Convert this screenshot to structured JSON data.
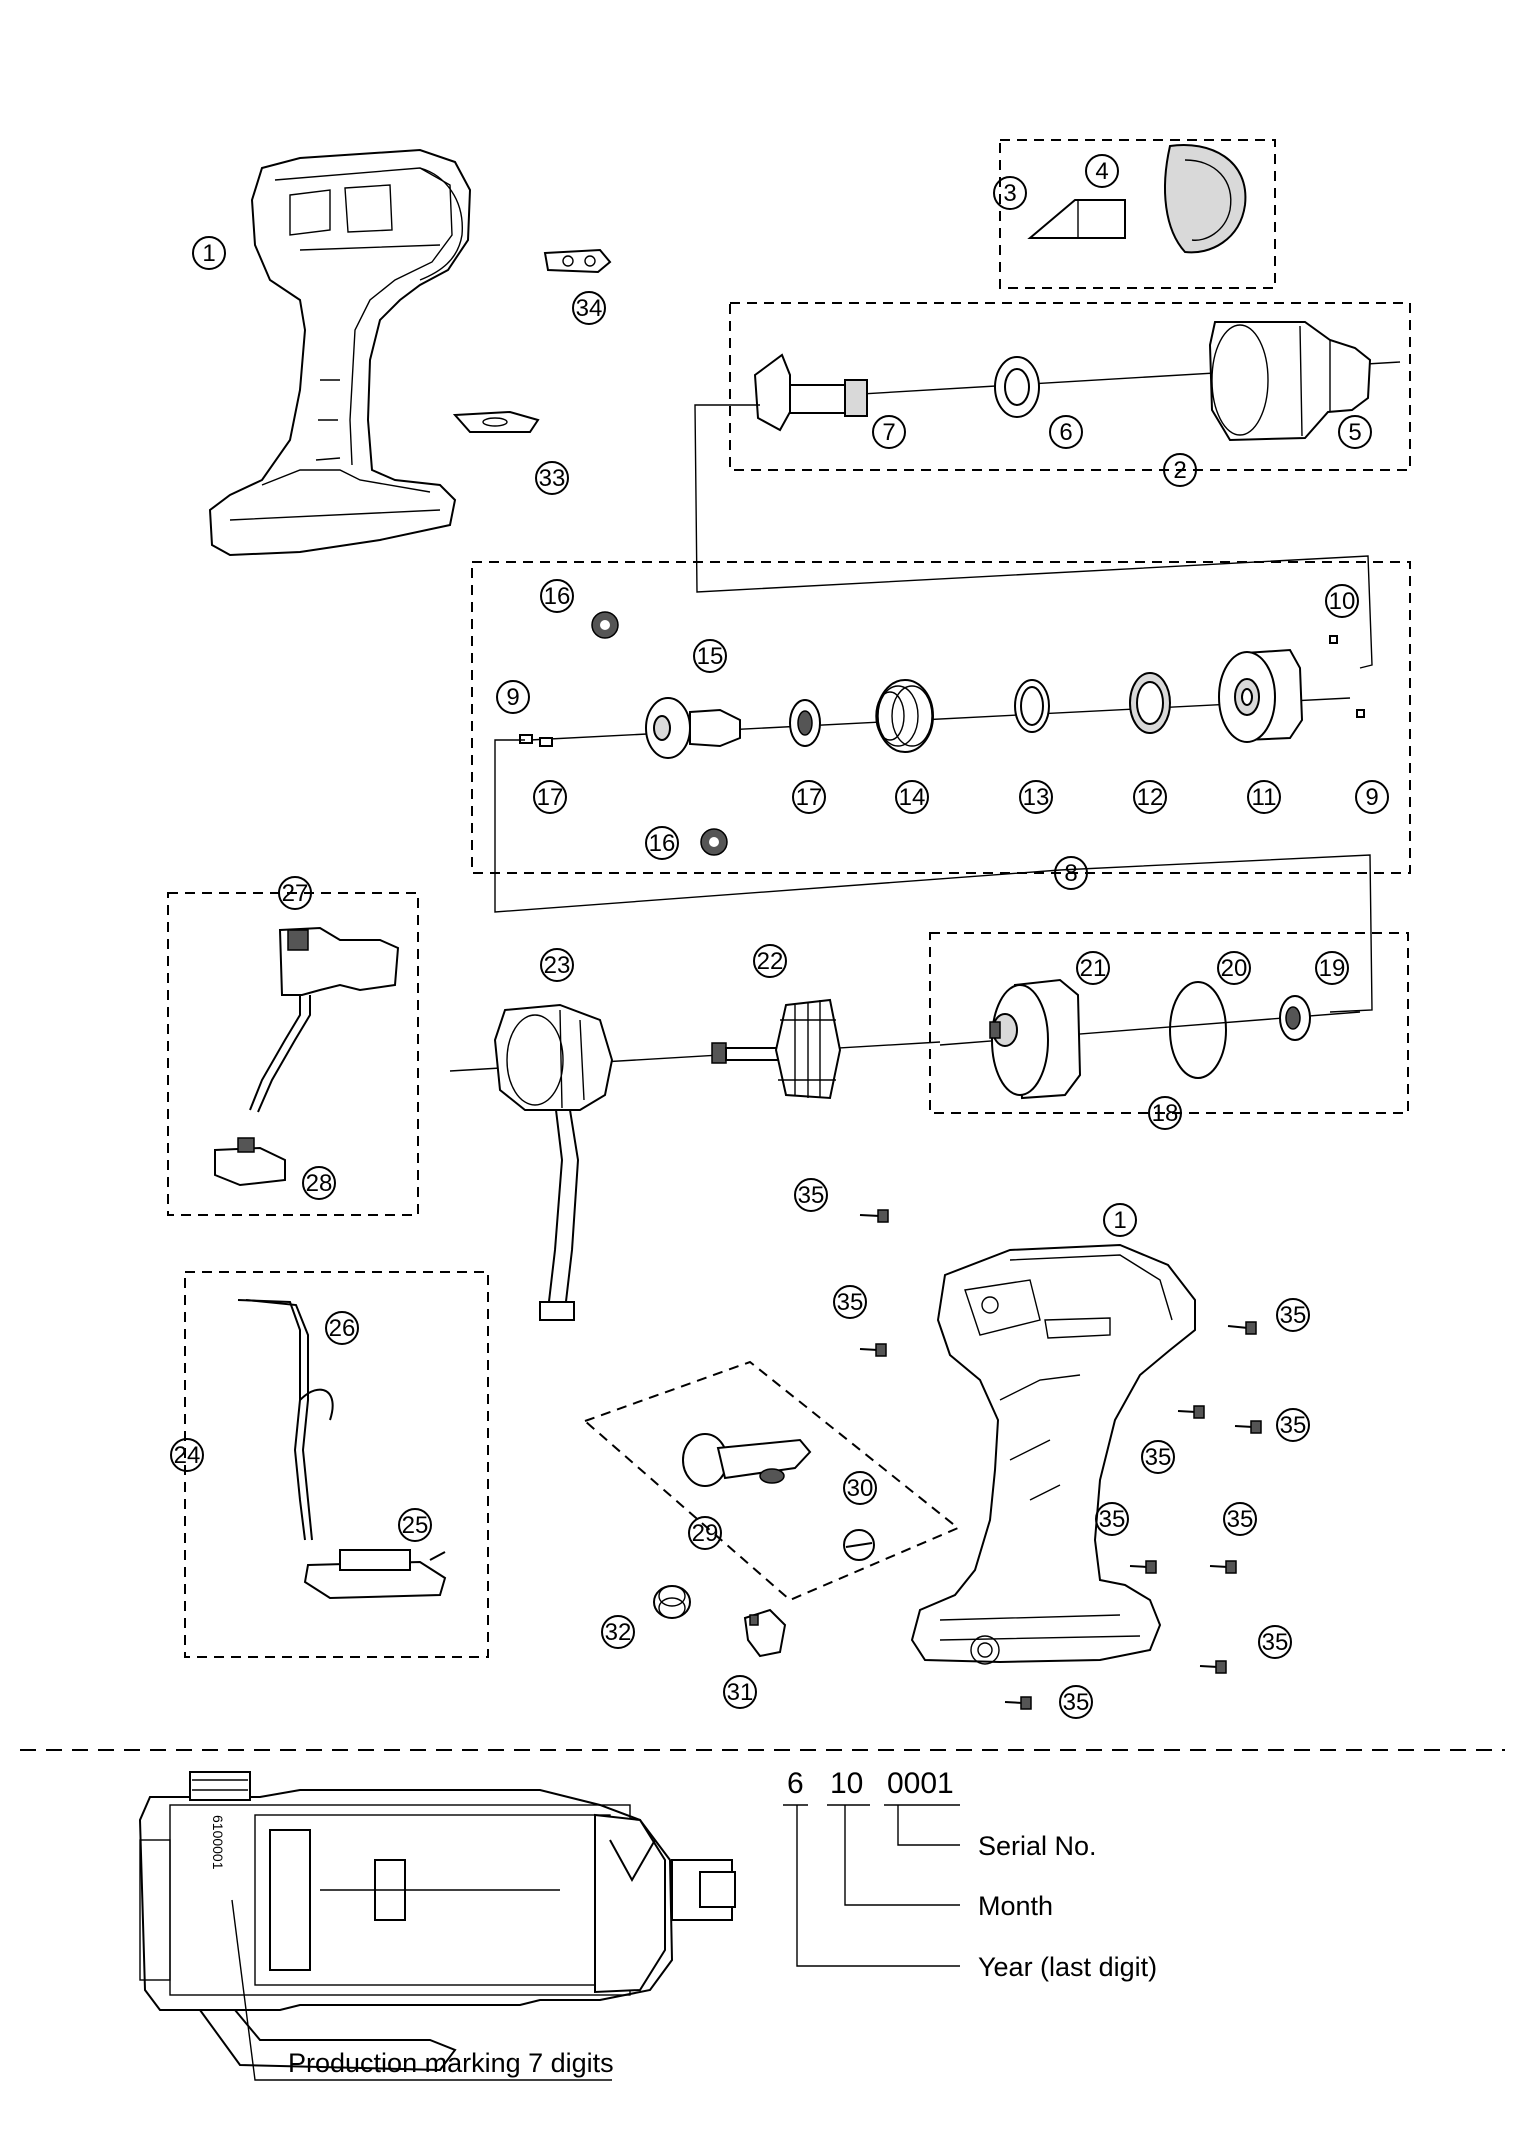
{
  "callouts": [
    {
      "id": "callout-1-top",
      "label": "1"
    },
    {
      "id": "callout-34",
      "label": "34"
    },
    {
      "id": "callout-33",
      "label": "33"
    },
    {
      "id": "callout-3",
      "label": "3"
    },
    {
      "id": "callout-4",
      "label": "4"
    },
    {
      "id": "callout-7",
      "label": "7"
    },
    {
      "id": "callout-6",
      "label": "6"
    },
    {
      "id": "callout-5",
      "label": "5"
    },
    {
      "id": "callout-2",
      "label": "2"
    },
    {
      "id": "callout-16-top",
      "label": "16"
    },
    {
      "id": "callout-15",
      "label": "15"
    },
    {
      "id": "callout-9-top",
      "label": "9"
    },
    {
      "id": "callout-17-top",
      "label": "17"
    },
    {
      "id": "callout-17-bottom",
      "label": "17"
    },
    {
      "id": "callout-14",
      "label": "14"
    },
    {
      "id": "callout-13",
      "label": "13"
    },
    {
      "id": "callout-12",
      "label": "12"
    },
    {
      "id": "callout-11",
      "label": "11"
    },
    {
      "id": "callout-10",
      "label": "10"
    },
    {
      "id": "callout-9-bottom",
      "label": "9"
    },
    {
      "id": "callout-16-bottom",
      "label": "16"
    },
    {
      "id": "callout-8",
      "label": "8"
    },
    {
      "id": "callout-27",
      "label": "27"
    },
    {
      "id": "callout-23",
      "label": "23"
    },
    {
      "id": "callout-22",
      "label": "22"
    },
    {
      "id": "callout-21",
      "label": "21"
    },
    {
      "id": "callout-20",
      "label": "20"
    },
    {
      "id": "callout-19",
      "label": "19"
    },
    {
      "id": "callout-18",
      "label": "18"
    },
    {
      "id": "callout-28",
      "label": "28"
    },
    {
      "id": "callout-35-a",
      "label": "35"
    },
    {
      "id": "callout-1-bottom",
      "label": "1"
    },
    {
      "id": "callout-35-b",
      "label": "35"
    },
    {
      "id": "callout-35-c",
      "label": "35"
    },
    {
      "id": "callout-35-d",
      "label": "35"
    },
    {
      "id": "callout-35-e",
      "label": "35"
    },
    {
      "id": "callout-35-f",
      "label": "35"
    },
    {
      "id": "callout-35-g",
      "label": "35"
    },
    {
      "id": "callout-35-h",
      "label": "35"
    },
    {
      "id": "callout-35-i",
      "label": "35"
    },
    {
      "id": "callout-26",
      "label": "26"
    },
    {
      "id": "callout-24",
      "label": "24"
    },
    {
      "id": "callout-25",
      "label": "25"
    },
    {
      "id": "callout-30",
      "label": "30"
    },
    {
      "id": "callout-29",
      "label": "29"
    },
    {
      "id": "callout-32",
      "label": "32"
    },
    {
      "id": "callout-31",
      "label": "31"
    }
  ],
  "production_marking": {
    "year_digit": "6",
    "month_digits": "10",
    "serial_digits": "0001",
    "serial_label": "Serial No.",
    "month_label": "Month",
    "year_label": "Year (last digit)",
    "marking_caption": "Production marking 7 digits",
    "stamp_text": "6100001"
  }
}
